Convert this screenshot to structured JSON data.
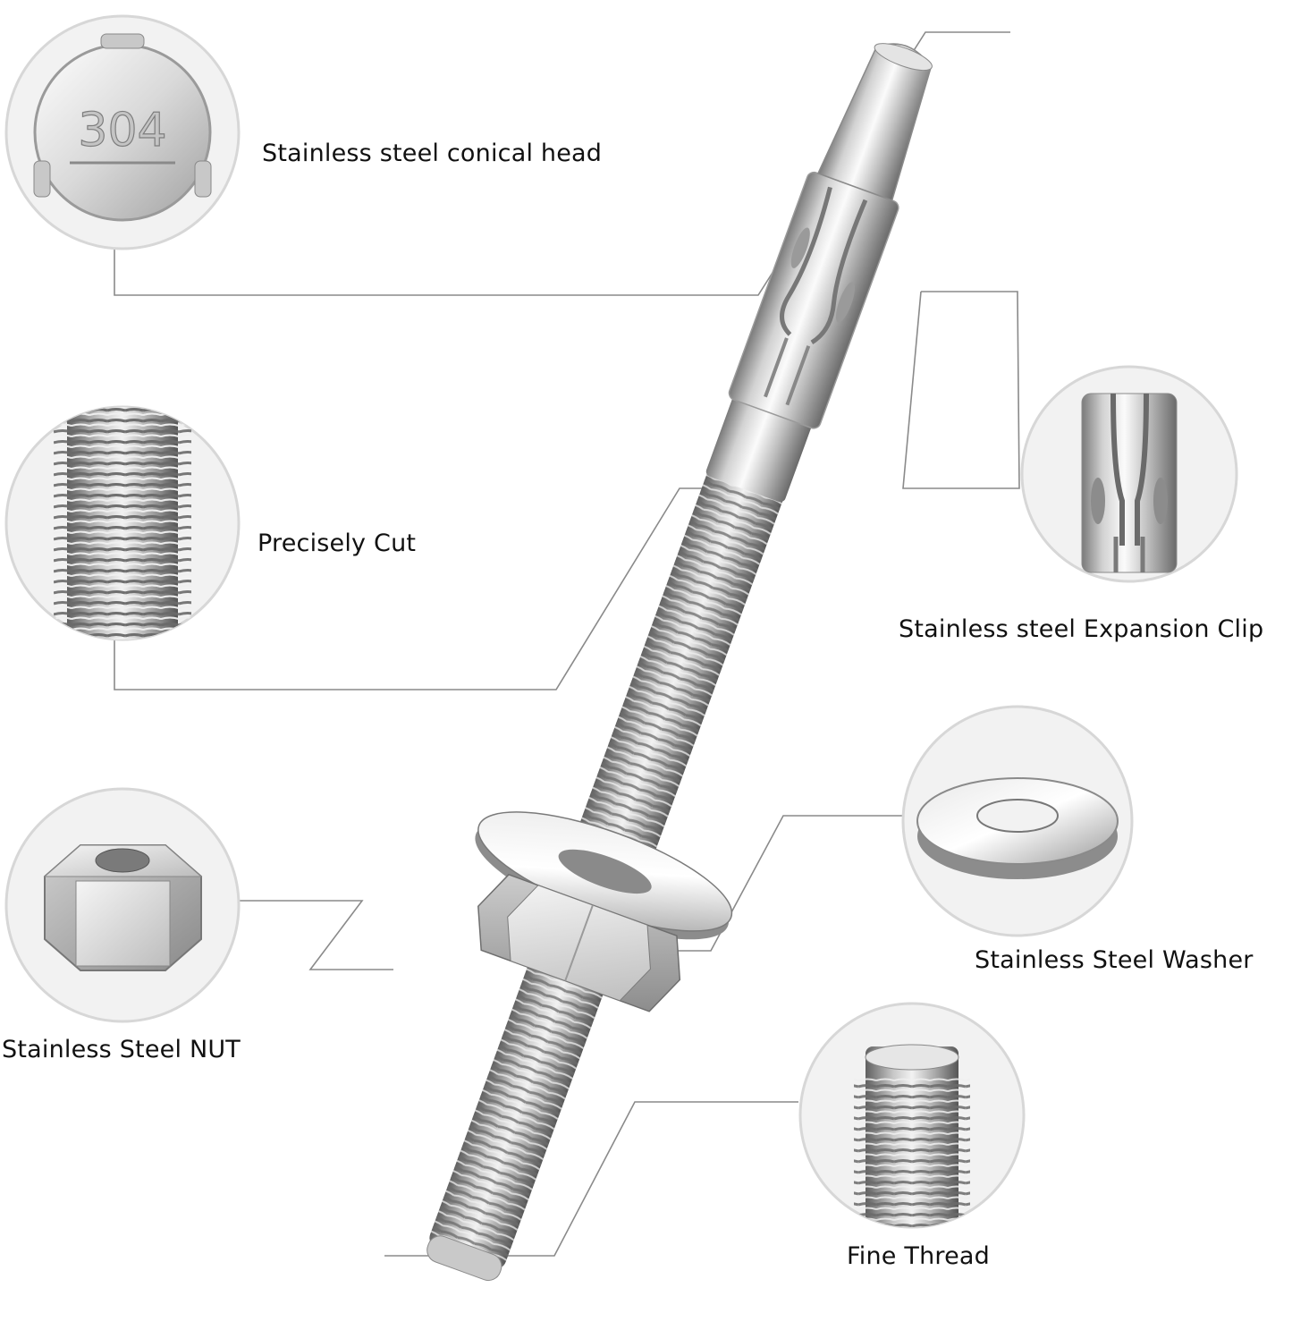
{
  "labels": {
    "conical_head": "Stainless steel conical head",
    "precisely_cut": "Precisely Cut",
    "expansion_clip": "Stainless steel Expansion Clip",
    "washer": "Stainless Steel Washer",
    "nut": "Stainless Steel NUT",
    "fine_thread": "Fine Thread"
  },
  "head_marking": "304",
  "colors": {
    "background": "#ffffff",
    "callout_circle_fill": "#f2f2f2",
    "callout_circle_stroke": "#d7d7d7",
    "leader_line": "#8a8a8a",
    "steel_light": "#f4f4f4",
    "steel_mid": "#b9b9b9",
    "steel_dark": "#6e6e6e",
    "text": "#111111"
  }
}
